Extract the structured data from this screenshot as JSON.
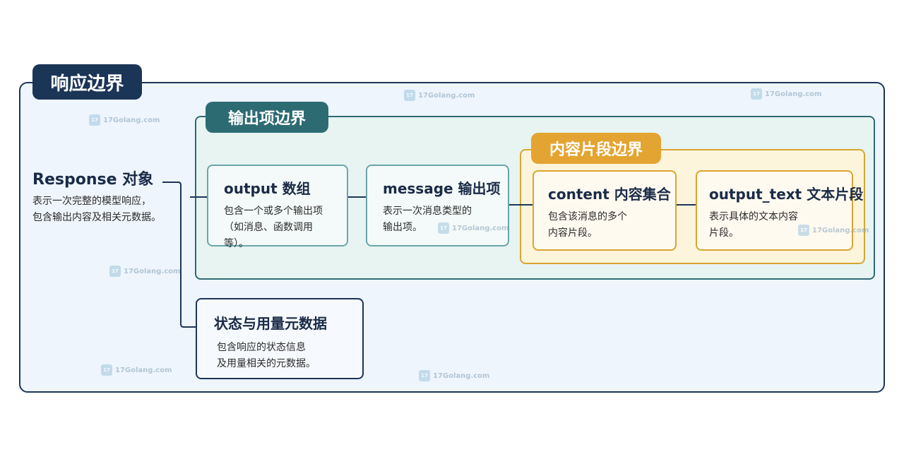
{
  "boundaries": {
    "response": "响应边界",
    "output_items": "输出项边界",
    "content_parts": "内容片段边界"
  },
  "response_object": {
    "title": "Response 对象",
    "description": "表示一次完整的模型响应，\n包含输出内容及相关元数据。"
  },
  "nodes": {
    "output_array": {
      "title": "output 数组",
      "description": "包含一个或多个输出项\n（如消息、函数调用等）。"
    },
    "message_item": {
      "title": "message 输出项",
      "description": "表示一次消息类型的\n输出项。"
    },
    "content_collection": {
      "title": "content 内容集合",
      "description": "包含该消息的多个\n内容片段。"
    },
    "output_text": {
      "title": "output_text 文本片段",
      "description": "表示具体的文本内容\n片段。"
    },
    "status_usage": {
      "title": "状态与用量元数据",
      "description": "包含响应的状态信息\n及用量相关的元数据。"
    }
  },
  "watermark": {
    "text": "17Golang.com"
  },
  "colors": {
    "navy": "#1b3557",
    "teal": "#2d6b73",
    "gold": "#e3a431",
    "background": "#eef5fc"
  }
}
